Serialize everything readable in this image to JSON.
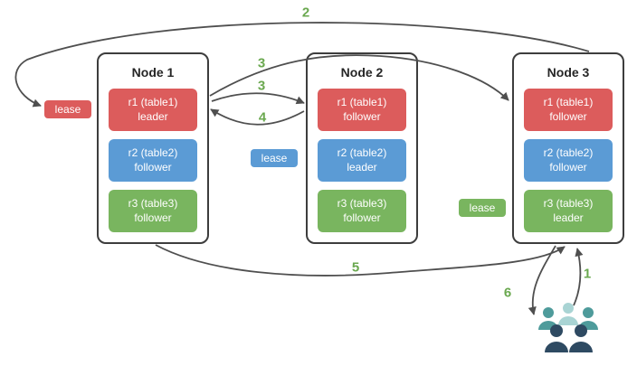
{
  "colors": {
    "red": "#dc5c5c",
    "blue": "#5b9bd5",
    "green": "#79b55f",
    "step": "#6aa84f",
    "arrow": "#4f4f4f",
    "node_border": "#3d3d3d",
    "user_teal": "#4e9b9b",
    "user_light": "#a9d4d4",
    "user_navy": "#2e4a62"
  },
  "nodes": [
    {
      "title": "Node 1",
      "ranges": [
        {
          "line1": "r1 (table1)",
          "line2": "leader",
          "color": "red"
        },
        {
          "line1": "r2 (table2)",
          "line2": "follower",
          "color": "blue"
        },
        {
          "line1": "r3 (table3)",
          "line2": "follower",
          "color": "green"
        }
      ]
    },
    {
      "title": "Node 2",
      "ranges": [
        {
          "line1": "r1 (table1)",
          "line2": "follower",
          "color": "red"
        },
        {
          "line1": "r2 (table2)",
          "line2": "leader",
          "color": "blue"
        },
        {
          "line1": "r3 (table3)",
          "line2": "follower",
          "color": "green"
        }
      ]
    },
    {
      "title": "Node 3",
      "ranges": [
        {
          "line1": "r1 (table1)",
          "line2": "follower",
          "color": "red"
        },
        {
          "line1": "r2 (table2)",
          "line2": "follower",
          "color": "blue"
        },
        {
          "line1": "r3 (table3)",
          "line2": "leader",
          "color": "green"
        }
      ]
    }
  ],
  "leases": [
    {
      "label": "lease",
      "color": "red"
    },
    {
      "label": "lease",
      "color": "blue"
    },
    {
      "label": "lease",
      "color": "green"
    }
  ],
  "steps": [
    {
      "label": "2"
    },
    {
      "label": "3"
    },
    {
      "label": "3"
    },
    {
      "label": "4"
    },
    {
      "label": "5"
    },
    {
      "label": "6"
    },
    {
      "label": "1"
    }
  ],
  "icons": {
    "users": "users-group-icon"
  }
}
